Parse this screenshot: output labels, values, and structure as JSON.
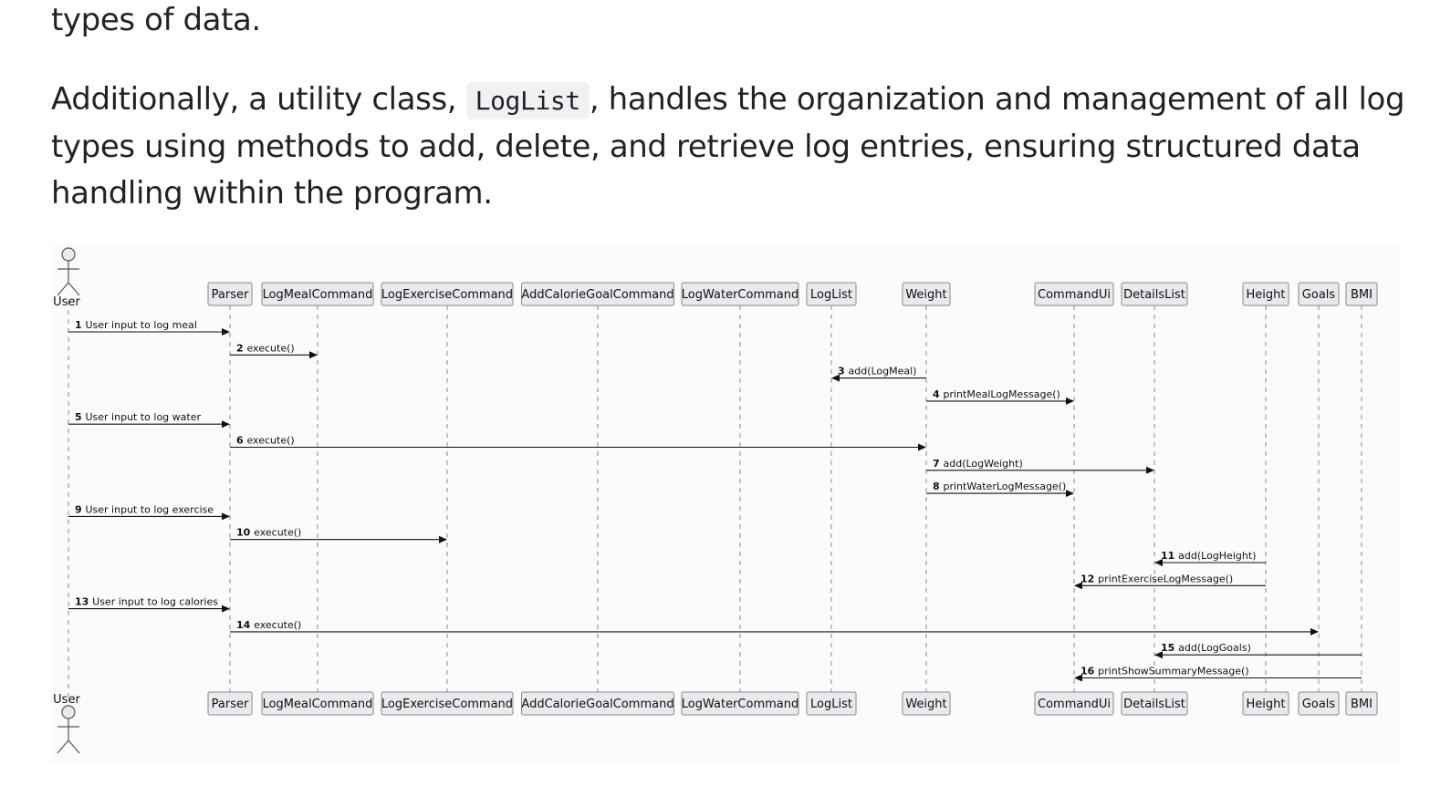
{
  "paragraphs": {
    "p1_text": "types of data.",
    "p2_before": "Additionally, a utility class, ",
    "p2_code": "LogList",
    "p2_after": ", handles the organization and management of all log types using methods to add, delete, and retrieve log entries, ensuring structured data handling within the program."
  },
  "sequence_diagram": {
    "actor": "User",
    "participants": [
      "Parser",
      "LogMealCommand",
      "LogExerciseCommand",
      "AddCalorieGoalCommand",
      "LogWaterCommand",
      "LogList",
      "Weight",
      "CommandUi",
      "DetailsList",
      "Height",
      "Goals",
      "BMI"
    ],
    "messages": [
      {
        "num": "1",
        "label": "User input to log meal",
        "from": "User",
        "to": "Parser"
      },
      {
        "num": "2",
        "label": "execute()",
        "from": "Parser",
        "to": "LogMealCommand"
      },
      {
        "num": "3",
        "label": "add(LogMeal)",
        "from": "Weight",
        "to": "LogList"
      },
      {
        "num": "4",
        "label": "printMealLogMessage()",
        "from": "Weight",
        "to": "CommandUi"
      },
      {
        "num": "5",
        "label": "User input to log water",
        "from": "User",
        "to": "Parser"
      },
      {
        "num": "6",
        "label": "execute()",
        "from": "Parser",
        "to": "Weight"
      },
      {
        "num": "7",
        "label": "add(LogWeight)",
        "from": "Weight",
        "to": "DetailsList"
      },
      {
        "num": "8",
        "label": "printWaterLogMessage()",
        "from": "Weight",
        "to": "CommandUi"
      },
      {
        "num": "9",
        "label": "User input to log exercise",
        "from": "User",
        "to": "Parser"
      },
      {
        "num": "10",
        "label": "execute()",
        "from": "Parser",
        "to": "LogExerciseCommand"
      },
      {
        "num": "11",
        "label": "add(LogHeight)",
        "from": "Height",
        "to": "DetailsList"
      },
      {
        "num": "12",
        "label": "printExerciseLogMessage()",
        "from": "Height",
        "to": "CommandUi"
      },
      {
        "num": "13",
        "label": "User input to log calories",
        "from": "User",
        "to": "Parser"
      },
      {
        "num": "14",
        "label": "execute()",
        "from": "Parser",
        "to": "Goals"
      },
      {
        "num": "15",
        "label": "add(LogGoals)",
        "from": "BMI",
        "to": "DetailsList"
      },
      {
        "num": "16",
        "label": "printShowSummaryMessage()",
        "from": "BMI",
        "to": "CommandUi"
      }
    ]
  }
}
